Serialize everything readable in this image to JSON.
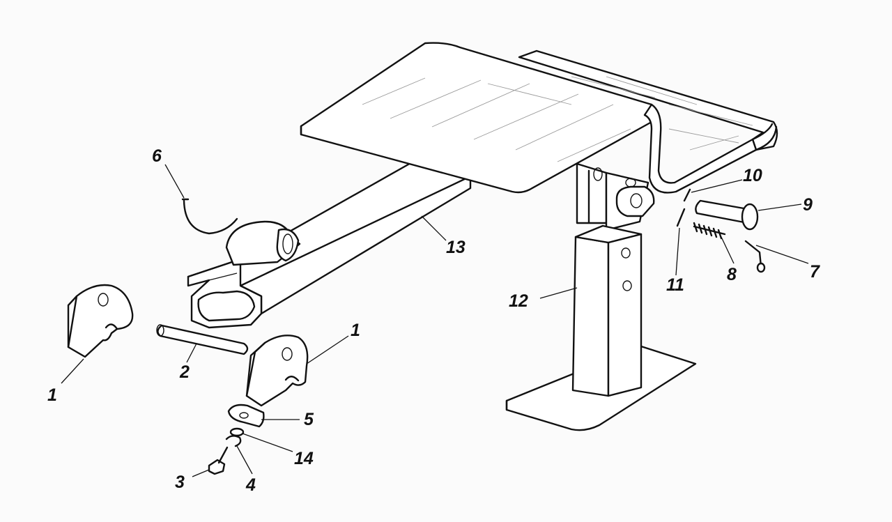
{
  "callouts": {
    "c1_left": "1",
    "c1_right": "1",
    "c2": "2",
    "c3": "3",
    "c4": "4",
    "c5": "5",
    "c6": "6",
    "c7": "7",
    "c8": "8",
    "c9": "9",
    "c10": "10",
    "c11": "11",
    "c12": "12",
    "c13": "13",
    "c14": "14"
  }
}
